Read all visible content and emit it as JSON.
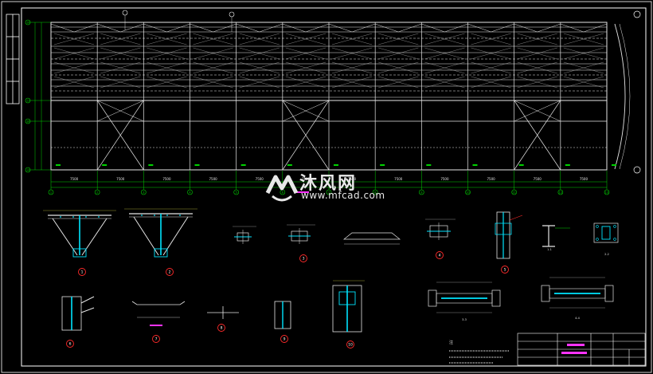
{
  "drawing": {
    "colors": {
      "background": "#000000",
      "frame": "#ffffff",
      "grid_axis": "#00d200",
      "members": "#e6e6e6",
      "bubble_red": "#ff2a2a",
      "highlight_magenta": "#ff33ff",
      "rebar_cyan": "#00e5ff",
      "dim_yellow": "#ffff55"
    },
    "watermark": {
      "text_cn": "沐风网",
      "url": "www.mfcad.com"
    },
    "plan": {
      "row_axis_labels": [
        "Ⓐ",
        "Ⓑ",
        "Ⓒ",
        "Ⓓ"
      ],
      "column_axis_labels": [
        "1",
        "2",
        "3",
        "4",
        "5",
        "6",
        "7",
        "8",
        "9",
        "10",
        "11",
        "12",
        "13"
      ],
      "bay_dimension": "7500"
    },
    "details": {
      "bubbles_row1": [
        "1",
        "2",
        "3",
        "4",
        "5"
      ],
      "bubbles_row2": [
        "6",
        "7",
        "8",
        "9",
        "10"
      ],
      "section_labels": [
        "1-1",
        "2-2",
        "3-3",
        "4-4"
      ]
    },
    "notes_title": "注"
  }
}
